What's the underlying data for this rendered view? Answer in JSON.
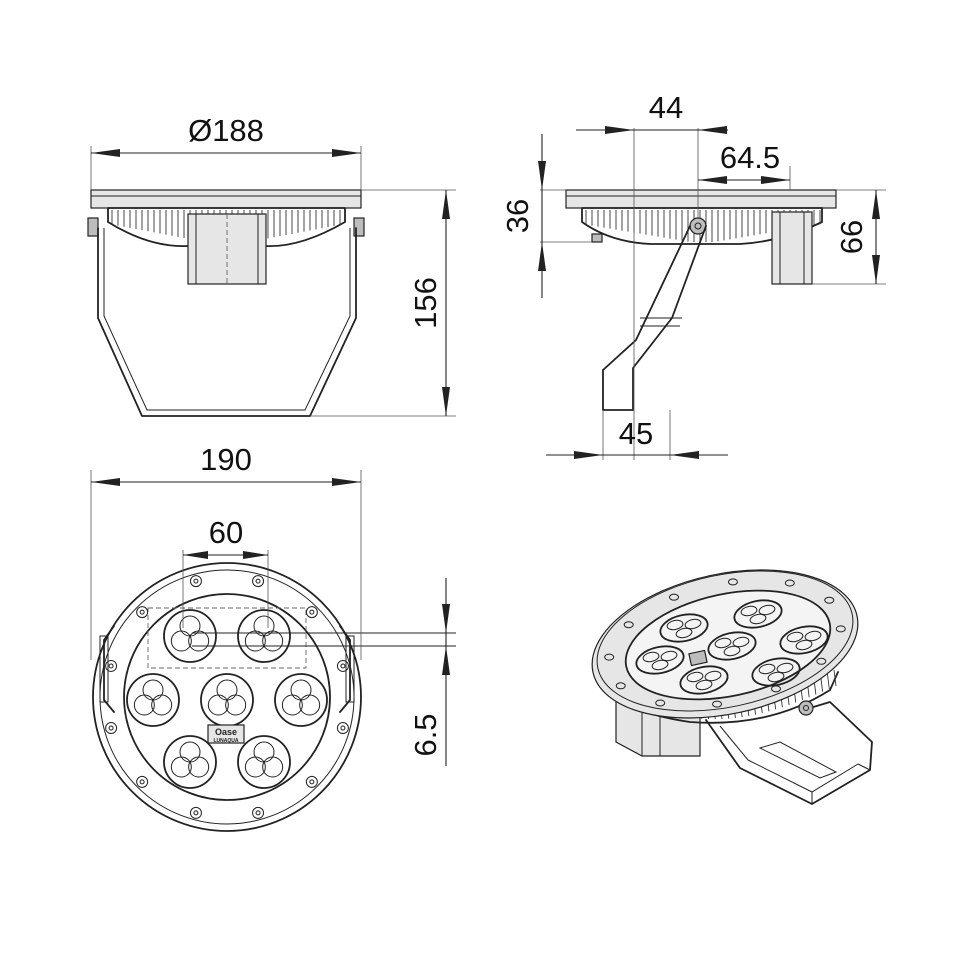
{
  "dimensions": {
    "front_diameter": "Ø188",
    "front_height": "156",
    "side_width_top": "44",
    "side_offset": "64.5",
    "side_flange_height": "36",
    "side_box_height": "66",
    "side_bracket_width": "45",
    "bottom_width": "190",
    "bottom_led_spacing": "60",
    "bottom_offset": "6.5"
  },
  "logo": {
    "brand": "Oase",
    "sub": "LUNAQUA"
  }
}
